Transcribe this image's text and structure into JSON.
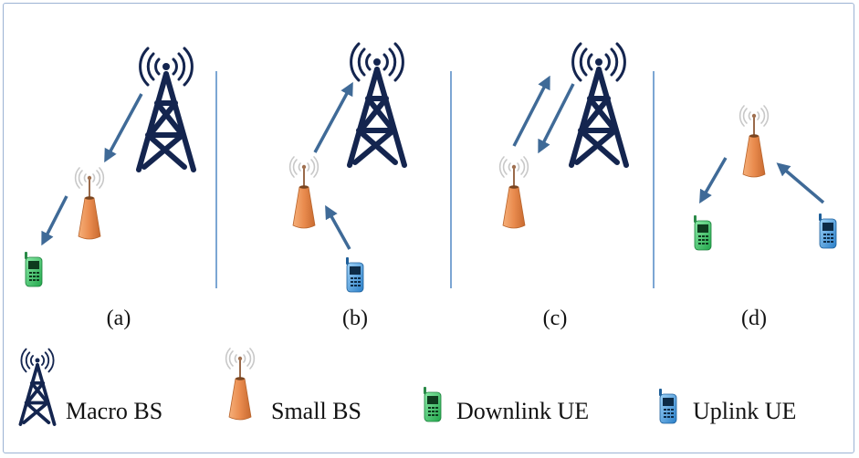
{
  "panels": [
    {
      "caption": "(a)"
    },
    {
      "caption": "(b)"
    },
    {
      "caption": "(c)"
    },
    {
      "caption": "(d)"
    }
  ],
  "legend": {
    "macro_bs": "Macro BS",
    "small_bs": "Small BS",
    "downlink_ue": "Downlink UE",
    "uplink_ue": "Uplink UE"
  },
  "colors": {
    "tower": "#14254f",
    "arrow": "#3f6a97",
    "divider": "#5b8fc8",
    "small_bs": "#e98b4e",
    "downlink_ue": "#3fc46b",
    "uplink_ue": "#4a9fe0",
    "frame": "#9cb3d4"
  }
}
